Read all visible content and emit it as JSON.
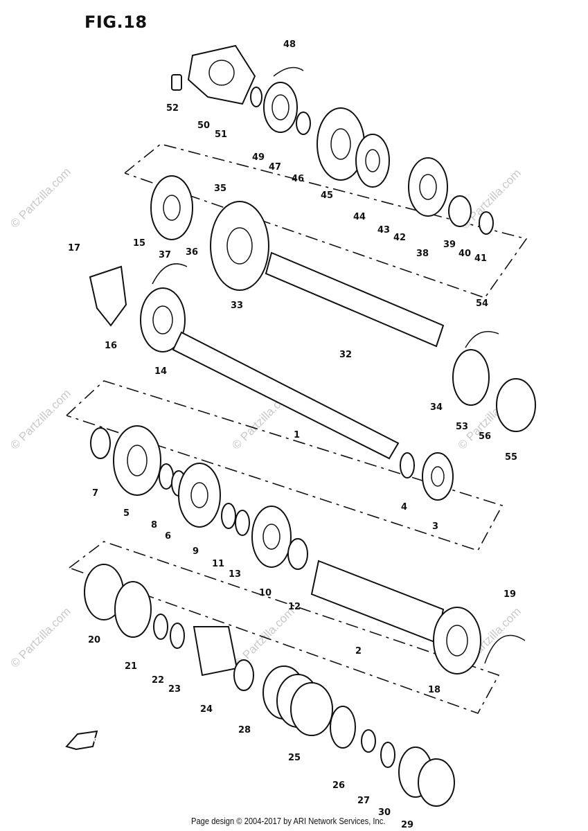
{
  "figure": {
    "title": "FIG.18"
  },
  "footer": {
    "text": "Page design © 2004-2017 by ARI Network Services, Inc."
  },
  "watermark": {
    "text": "© Partzilla.com"
  },
  "callouts": [
    "1",
    "2",
    "3",
    "4",
    "5",
    "6",
    "7",
    "8",
    "9",
    "10",
    "11",
    "12",
    "13",
    "14",
    "15",
    "16",
    "17",
    "18",
    "19",
    "20",
    "21",
    "22",
    "23",
    "24",
    "25",
    "26",
    "27",
    "28",
    "29",
    "30",
    "32",
    "33",
    "34",
    "35",
    "36",
    "37",
    "38",
    "39",
    "40",
    "41",
    "42",
    "43",
    "44",
    "45",
    "46",
    "47",
    "48",
    "49",
    "50",
    "51",
    "52",
    "53",
    "54",
    "55",
    "56"
  ],
  "front_marker": {
    "text": "F.R.O"
  }
}
